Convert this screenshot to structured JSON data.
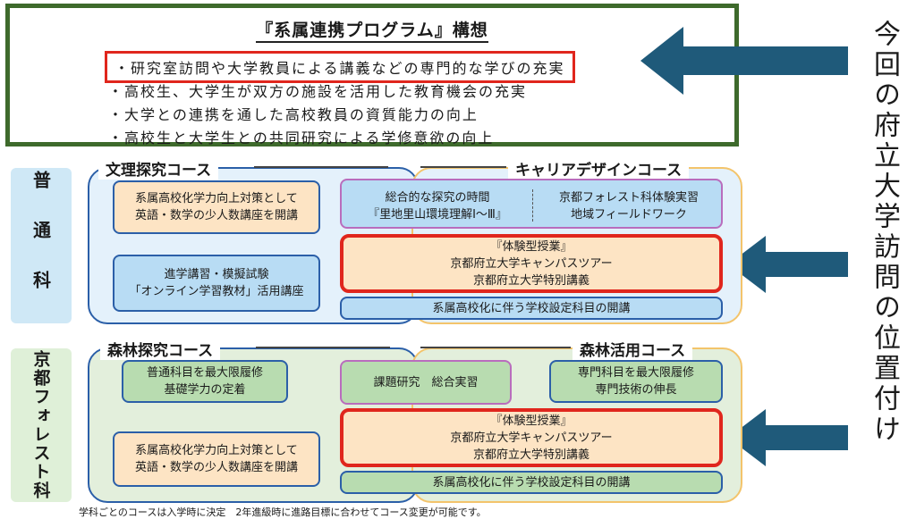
{
  "concept": {
    "title": "『系属連携プログラム』構想",
    "items": [
      "・研究室訪問や大学教員による講義などの専門的な学びの充実",
      "・高校生、大学生が双方の施設を活用した教育機会の充実",
      "・大学との連携を通した高校教員の資質能力の向上",
      "・高校生と大学生との共同研究による学修意欲の向上"
    ],
    "highlight_color": "#e0261d",
    "border_color": "#3e6a2c"
  },
  "side_text": "今回の府立大学訪問の位置付け",
  "departments": {
    "futsu": "普通科",
    "forest": "京都フォレスト科"
  },
  "groups": {
    "bunri": "文理探究コース",
    "career": "キャリアデザインコース",
    "shinrin_tankyu": "森林探究コース",
    "shinrin_katsuyo": "森林活用コース"
  },
  "boxes": {
    "b1": [
      "系属高校化学力向上対策として",
      "英語・数学の少人数講座を開講"
    ],
    "b2": [
      "進学講習・模擬試験",
      "「オンライン学習教材」活用講座"
    ],
    "b3_left": [
      "総合的な探究の時間",
      "『里地里山環境理解Ⅰ～Ⅲ』"
    ],
    "b3_right": [
      "京都フォレスト科体験実習",
      "地域フィールドワーク"
    ],
    "b4": [
      "『体験型授業』",
      "京都府立大学キャンパスツアー",
      "京都府立大学特別講義"
    ],
    "b5": "系属高校化に伴う学校設定科目の開講",
    "b6": [
      "普通科目を最大限履修",
      "基礎学力の定着"
    ],
    "b7": "課題研究　総合実習",
    "b8": [
      "専門科目を最大限履修",
      "専門技術の伸長"
    ],
    "b9": [
      "『体験型授業』",
      "京都府立大学キャンパスツアー",
      "京都府立大学特別講義"
    ],
    "b10": [
      "系属高校化学力向上対策として",
      "英語・数学の少人数講座を開講"
    ],
    "b11": "系属高校化に伴う学校設定科目の開講"
  },
  "footer": "学科ごとのコースは入学時に決定　2年進級時に進路目標に合わせてコース変更が可能です。",
  "colors": {
    "arrow": "#1f5a7a",
    "red_frame": "#e0261d",
    "blue_frame": "#2b5fa8"
  }
}
